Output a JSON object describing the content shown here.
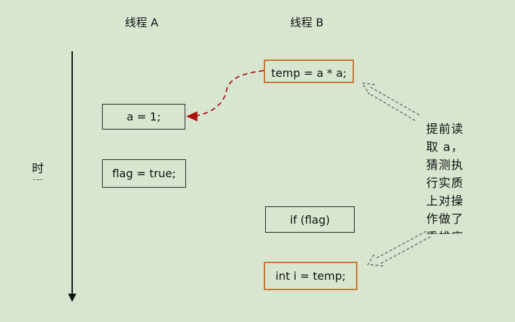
{
  "threads": {
    "a": {
      "title": "线程 A"
    },
    "b": {
      "title": "线程 B"
    }
  },
  "time_axis": {
    "label": "时间"
  },
  "thread_a_steps": [
    "a = 1;",
    "flag = true;"
  ],
  "thread_b_steps": [
    "temp = a * a;",
    "if (flag)",
    "int i = temp;"
  ],
  "note": {
    "text": "提前读取 a，猜测执行实质上对操作做了重排序"
  },
  "colors": {
    "background": "#d8e6d0",
    "box_border": "#222222",
    "box_border_highlight": "#c8742c",
    "dependency_arrow": "#b01010",
    "callout_arrow": "#666666"
  }
}
